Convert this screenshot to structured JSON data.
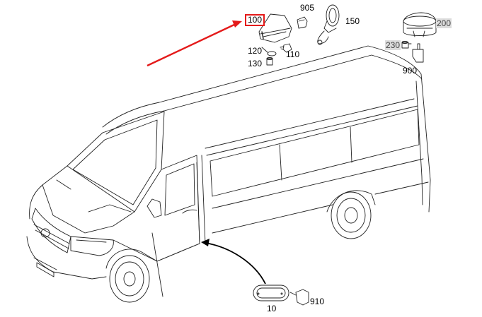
{
  "diagram": {
    "highlight_color": "#e41a1a",
    "labels": {
      "p100": "100",
      "p905": "905",
      "p150": "150",
      "p120": "120",
      "p110": "110",
      "p130": "130",
      "p200": "200",
      "p230": "230",
      "p900": "900",
      "p10": "10",
      "p910": "910"
    },
    "highlighted_part": "100",
    "grey_tagged_parts": [
      "200",
      "230"
    ],
    "icons": [
      "van-outline",
      "lamp-assembly-icon",
      "bulb-icon",
      "connector-icon",
      "roof-beacon-icon",
      "side-marker-lamp-icon",
      "arrow-icon"
    ]
  }
}
